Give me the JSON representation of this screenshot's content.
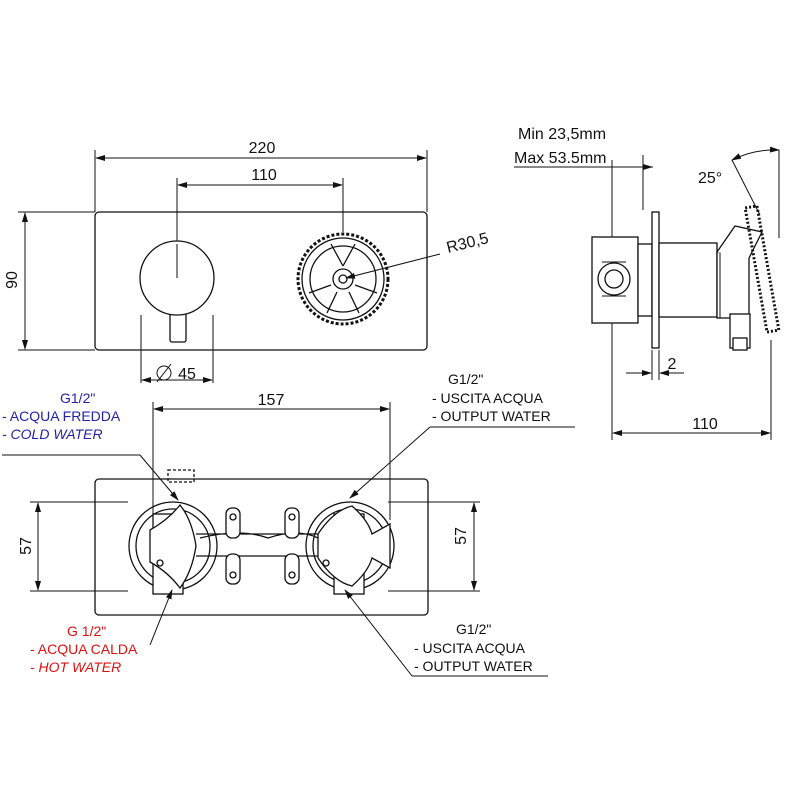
{
  "front_view": {
    "dim_width": "220",
    "dim_spacing": "110",
    "dim_height": "90",
    "dim_diameter": "45",
    "dim_radius": "R30,5"
  },
  "side_view": {
    "min_depth": "Min 23,5mm",
    "max_depth": "Max 53.5mm",
    "angle": "25°",
    "plate_thickness": "2",
    "depth": "110"
  },
  "rear_view": {
    "dim_spacing": "157",
    "dim_height_left": "57",
    "dim_height_right": "57",
    "cold_inlet": {
      "thread": "G1/2\"",
      "label_it": "- ACQUA FREDDA",
      "label_en": "- COLD WATER",
      "color": "#2222aa"
    },
    "hot_inlet": {
      "thread": "G 1/2\"",
      "label_it": "- ACQUA CALDA",
      "label_en": "- HOT WATER",
      "color": "#dd1111"
    },
    "outlet_top": {
      "thread": "G1/2\"",
      "label_it": "- USCITA ACQUA",
      "label_en": "- OUTPUT WATER"
    },
    "outlet_bottom": {
      "thread": "G1/2\"",
      "label_it": "- USCITA ACQUA",
      "label_en": "- OUTPUT WATER"
    }
  }
}
